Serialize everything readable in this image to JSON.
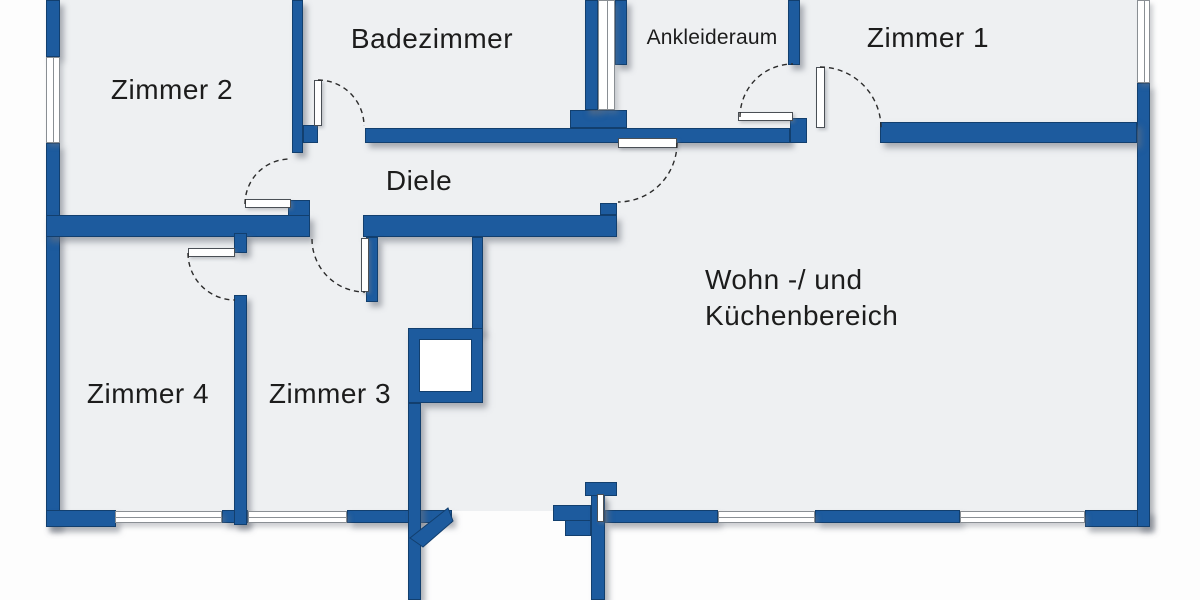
{
  "plan": {
    "type": "floor-plan",
    "language": "de"
  },
  "rooms": {
    "zimmer1": {
      "label": "Zimmer 1"
    },
    "zimmer2": {
      "label": "Zimmer 2"
    },
    "zimmer3": {
      "label": "Zimmer 3"
    },
    "zimmer4": {
      "label": "Zimmer 4"
    },
    "badezimmer": {
      "label": "Badezimmer"
    },
    "ankleideraum": {
      "label": "Ankleideraum"
    },
    "diele": {
      "label": "Diele"
    },
    "wohn_kueche": {
      "label_line1": "Wohn -/ und",
      "label_line2": "Küchenbereich"
    }
  },
  "colors": {
    "wall_fill": "#1d5b9e",
    "wall_outline": "#123f6e",
    "floor_fill": "#eef0f2",
    "background": "#ffffff",
    "label_text": "#1c1c1c",
    "window_line": "#8a8f94",
    "door_arc": "#2b2b2b"
  }
}
